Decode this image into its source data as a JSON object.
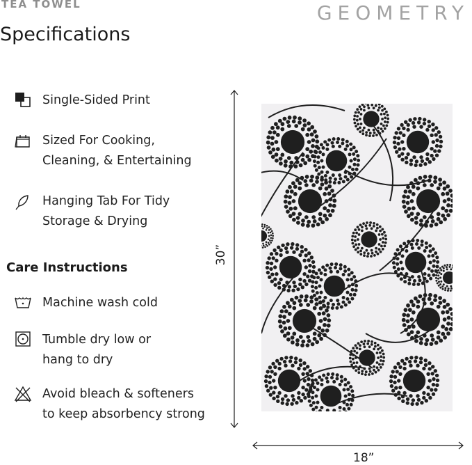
{
  "header": {
    "kicker": "TEA TOWEL",
    "brand": "GEOMETRY"
  },
  "title": "Specifications",
  "features": [
    {
      "icon": "print-squares-icon",
      "text": "Single-Sided Print"
    },
    {
      "icon": "calendar-icon",
      "text": "Sized For Cooking,\nCleaning, & Entertaining"
    },
    {
      "icon": "leaf-hook-icon",
      "text": "Hanging Tab For Tidy\nStorage & Drying"
    }
  ],
  "care": {
    "title": "Care Instructions",
    "items": [
      {
        "icon": "wash-tub-icon",
        "text": "Machine wash cold"
      },
      {
        "icon": "tumble-dry-icon",
        "text": "Tumble dry low or\nhang to dry"
      },
      {
        "icon": "no-bleach-icon",
        "text": "Avoid bleach & softeners\nto keep absorbency strong"
      }
    ]
  },
  "dimensions": {
    "height": "30”",
    "width": "18”"
  },
  "colors": {
    "ink": "#1e1e1e",
    "towel": "#f1f0f2",
    "muted": "#8e8e8e"
  }
}
